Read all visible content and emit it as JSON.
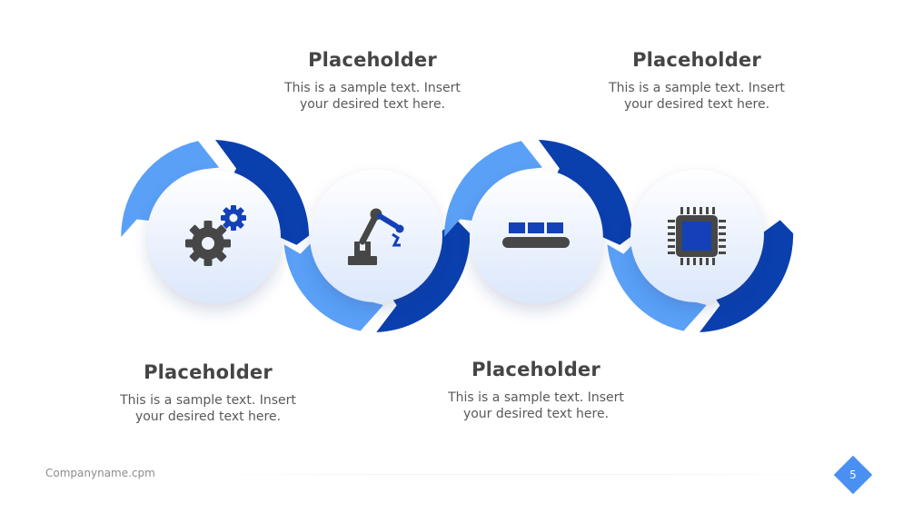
{
  "colors": {
    "arrow_light": "#5aa0f7",
    "arrow_dark": "#0a3fae",
    "circle_top": "#ffffff",
    "circle_bottom": "#dbe7fb",
    "icon_dark": "#474747",
    "icon_blue": "#1440b8"
  },
  "steps": [
    {
      "icon": "gears-icon",
      "title": "Placeholder",
      "text_line1": "This is a sample text. Insert",
      "text_line2": "your desired text here."
    },
    {
      "icon": "robotic-arm-icon",
      "title": "Placeholder",
      "text_line1": "This is a sample text. Insert",
      "text_line2": "your desired text here."
    },
    {
      "icon": "conveyor-belt-icon",
      "title": "Placeholder",
      "text_line1": "This is a sample text. Insert",
      "text_line2": "your desired text here."
    },
    {
      "icon": "microchip-icon",
      "title": "Placeholder",
      "text_line1": "This is a sample text. Insert",
      "text_line2": "your desired text here."
    }
  ],
  "footer": {
    "company": "Companyname.cpm",
    "page_number": "5"
  }
}
